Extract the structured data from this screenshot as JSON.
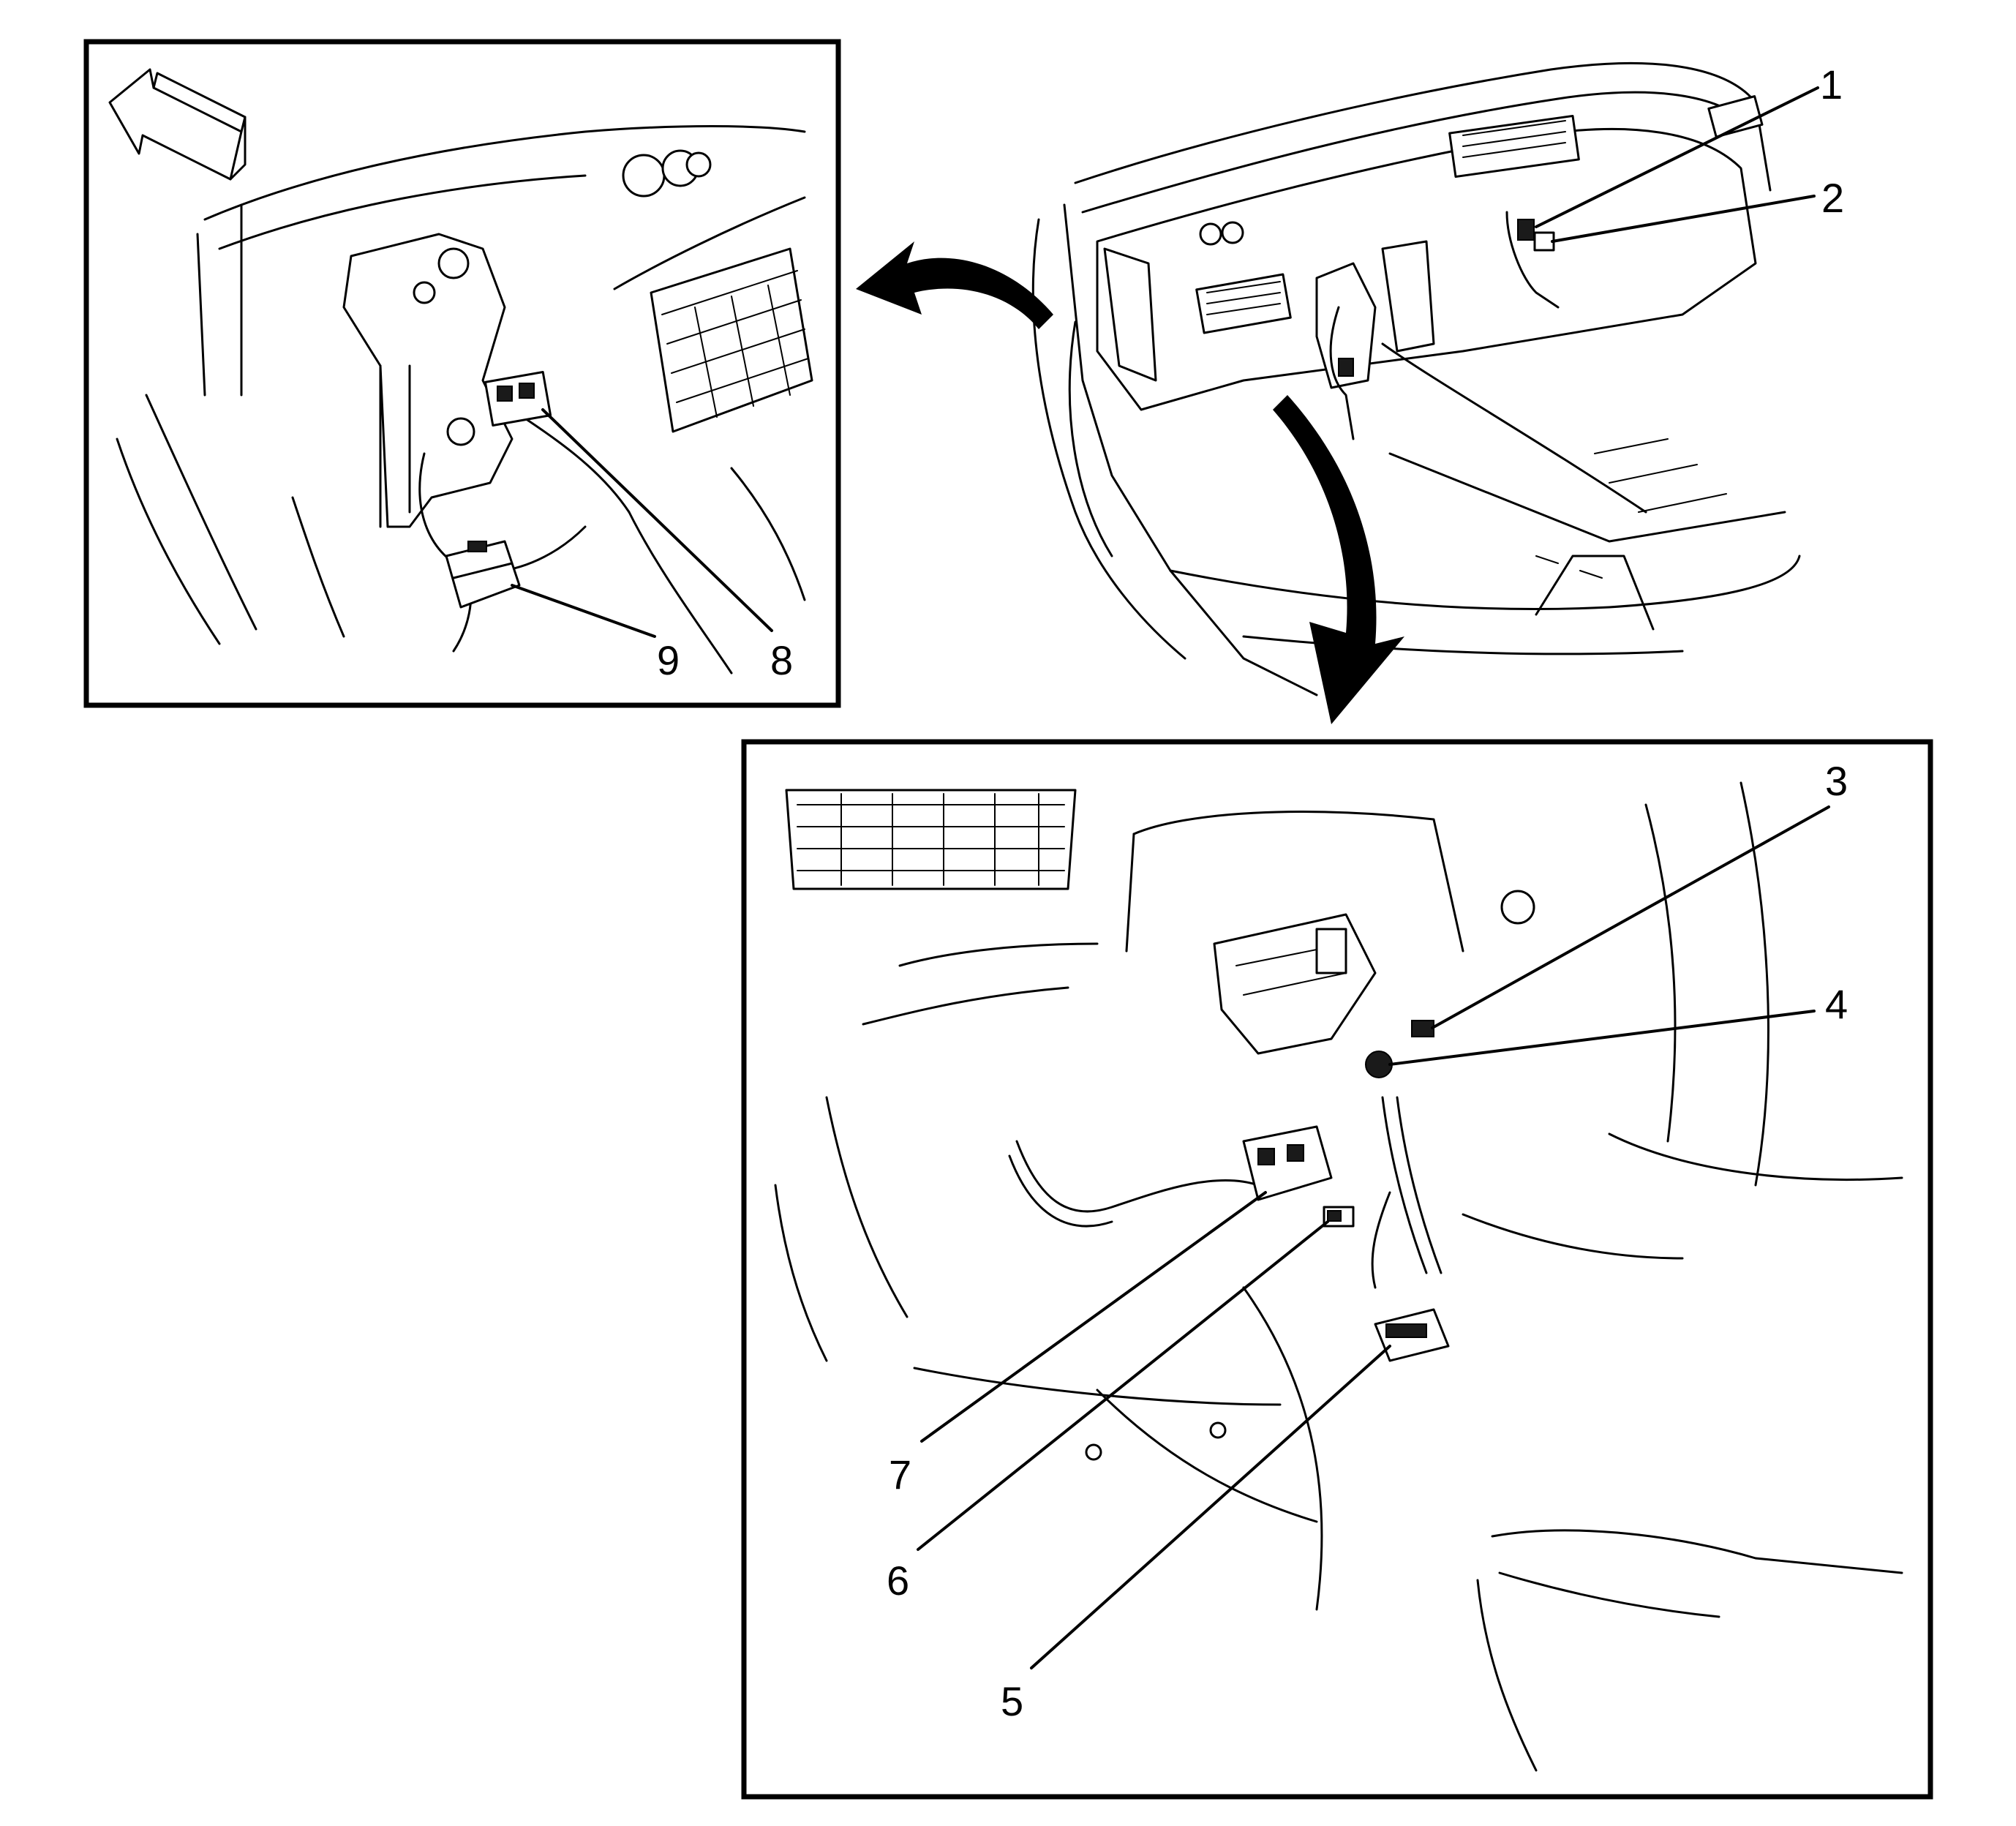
{
  "colors": {
    "line": "#000000",
    "background": "#ffffff"
  },
  "callouts": [
    {
      "id": "1",
      "label": "1"
    },
    {
      "id": "2",
      "label": "2"
    },
    {
      "id": "3",
      "label": "3"
    },
    {
      "id": "4",
      "label": "4"
    },
    {
      "id": "5",
      "label": "5"
    },
    {
      "id": "6",
      "label": "6"
    },
    {
      "id": "7",
      "label": "7"
    },
    {
      "id": "8",
      "label": "8"
    },
    {
      "id": "9",
      "label": "9"
    }
  ],
  "icons": [
    "front-direction-arrow-icon",
    "view-arrow-icon"
  ]
}
